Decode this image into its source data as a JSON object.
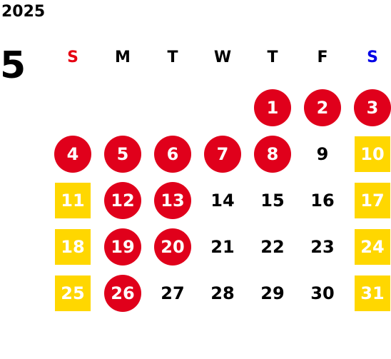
{
  "year": "2025",
  "month": "5",
  "colors": {
    "sunday_text": "#e60012",
    "saturday_text": "#0000e6",
    "holiday_circle": "#e0001b",
    "weekend_square": "#ffd700"
  },
  "weekdays": [
    {
      "label": "S",
      "type": "sun"
    },
    {
      "label": "M",
      "type": "normal"
    },
    {
      "label": "T",
      "type": "normal"
    },
    {
      "label": "W",
      "type": "normal"
    },
    {
      "label": "T",
      "type": "normal"
    },
    {
      "label": "F",
      "type": "normal"
    },
    {
      "label": "S",
      "type": "sat"
    }
  ],
  "days": [
    {
      "day": "1",
      "style": "circle",
      "week": 0,
      "col": 4
    },
    {
      "day": "2",
      "style": "circle",
      "week": 0,
      "col": 5
    },
    {
      "day": "3",
      "style": "circle",
      "week": 0,
      "col": 6
    },
    {
      "day": "4",
      "style": "circle",
      "week": 1,
      "col": 0
    },
    {
      "day": "5",
      "style": "circle",
      "week": 1,
      "col": 1
    },
    {
      "day": "6",
      "style": "circle",
      "week": 1,
      "col": 2
    },
    {
      "day": "7",
      "style": "circle",
      "week": 1,
      "col": 3
    },
    {
      "day": "8",
      "style": "circle",
      "week": 1,
      "col": 4
    },
    {
      "day": "9",
      "style": "plain",
      "week": 1,
      "col": 5
    },
    {
      "day": "10",
      "style": "square",
      "week": 1,
      "col": 6
    },
    {
      "day": "11",
      "style": "square",
      "week": 2,
      "col": 0
    },
    {
      "day": "12",
      "style": "circle",
      "week": 2,
      "col": 1
    },
    {
      "day": "13",
      "style": "circle",
      "week": 2,
      "col": 2
    },
    {
      "day": "14",
      "style": "plain",
      "week": 2,
      "col": 3
    },
    {
      "day": "15",
      "style": "plain",
      "week": 2,
      "col": 4
    },
    {
      "day": "16",
      "style": "plain",
      "week": 2,
      "col": 5
    },
    {
      "day": "17",
      "style": "square",
      "week": 2,
      "col": 6
    },
    {
      "day": "18",
      "style": "square",
      "week": 3,
      "col": 0
    },
    {
      "day": "19",
      "style": "circle",
      "week": 3,
      "col": 1
    },
    {
      "day": "20",
      "style": "circle",
      "week": 3,
      "col": 2
    },
    {
      "day": "21",
      "style": "plain",
      "week": 3,
      "col": 3
    },
    {
      "day": "22",
      "style": "plain",
      "week": 3,
      "col": 4
    },
    {
      "day": "23",
      "style": "plain",
      "week": 3,
      "col": 5
    },
    {
      "day": "24",
      "style": "square",
      "week": 3,
      "col": 6
    },
    {
      "day": "25",
      "style": "square",
      "week": 4,
      "col": 0
    },
    {
      "day": "26",
      "style": "circle",
      "week": 4,
      "col": 1
    },
    {
      "day": "27",
      "style": "plain",
      "week": 4,
      "col": 2
    },
    {
      "day": "28",
      "style": "plain",
      "week": 4,
      "col": 3
    },
    {
      "day": "29",
      "style": "plain",
      "week": 4,
      "col": 4
    },
    {
      "day": "30",
      "style": "plain",
      "week": 4,
      "col": 5
    },
    {
      "day": "31",
      "style": "square",
      "week": 4,
      "col": 6
    }
  ]
}
